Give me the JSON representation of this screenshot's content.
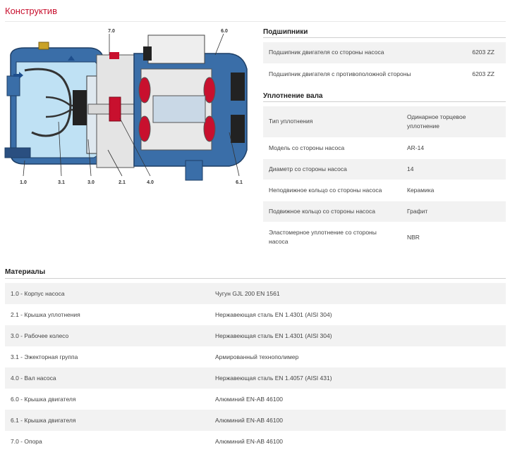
{
  "page_title": "Конструктив",
  "diagram": {
    "labels_top": [
      "7.0",
      "6.0"
    ],
    "labels_bottom": [
      "1.0",
      "3.1",
      "3.0",
      "2.1",
      "4.0",
      "6.1"
    ]
  },
  "bearings": {
    "title": "Подшипники",
    "rows": [
      {
        "name": "Подшипник двигателя со стороны насоса",
        "value": "6203 ZZ"
      },
      {
        "name": "Подшипник двигателя с противоположной стороны",
        "value": "6203 ZZ"
      }
    ]
  },
  "seal": {
    "title": "Уплотнение вала",
    "rows": [
      {
        "name": "Тип уплотнения",
        "value_lines": [
          "Одинарное торцевое",
          "уплотнение"
        ]
      },
      {
        "name": "Модель со стороны насоса",
        "value_lines": [
          "AR-14"
        ]
      },
      {
        "name": "Диаметр со стороны насоса",
        "value_lines": [
          "14"
        ]
      },
      {
        "name": "Неподвижное кольцо со стороны насоса",
        "value_lines": [
          "Керамика"
        ]
      },
      {
        "name": "Подвижное кольцо со стороны насоса",
        "value_lines": [
          "Графит"
        ]
      },
      {
        "name_lines": [
          "Эластомерное уплотнение со стороны",
          "насоса"
        ],
        "value_lines": [
          "NBR"
        ]
      }
    ]
  },
  "materials": {
    "title": "Материалы",
    "rows": [
      {
        "part": "1.0 - Корпус насоса",
        "material": "Чугун GJL 200 EN 1561"
      },
      {
        "part": "2.1 - Крышка уплотнения",
        "material": "Нержавеющая сталь EN 1.4301 (AISI 304)"
      },
      {
        "part": "3.0 - Рабочее колесо",
        "material": "Нержавеющая сталь EN 1.4301 (AISI 304)"
      },
      {
        "part": "3.1 - Эжекторная группа",
        "material": "Армированный технополимер"
      },
      {
        "part": "4.0 - Вал насоса",
        "material": "Нержавеющая сталь EN 1.4057 (AISI 431)"
      },
      {
        "part": "6.0 - Крышка двигателя",
        "material": "Алюминий EN-AB 46100"
      },
      {
        "part": "6.1 - Крышка двигателя",
        "material": "Алюминий EN-AB 46100"
      },
      {
        "part": "7.0 - Опора",
        "material": "Алюминий EN-AB 46100"
      }
    ]
  }
}
